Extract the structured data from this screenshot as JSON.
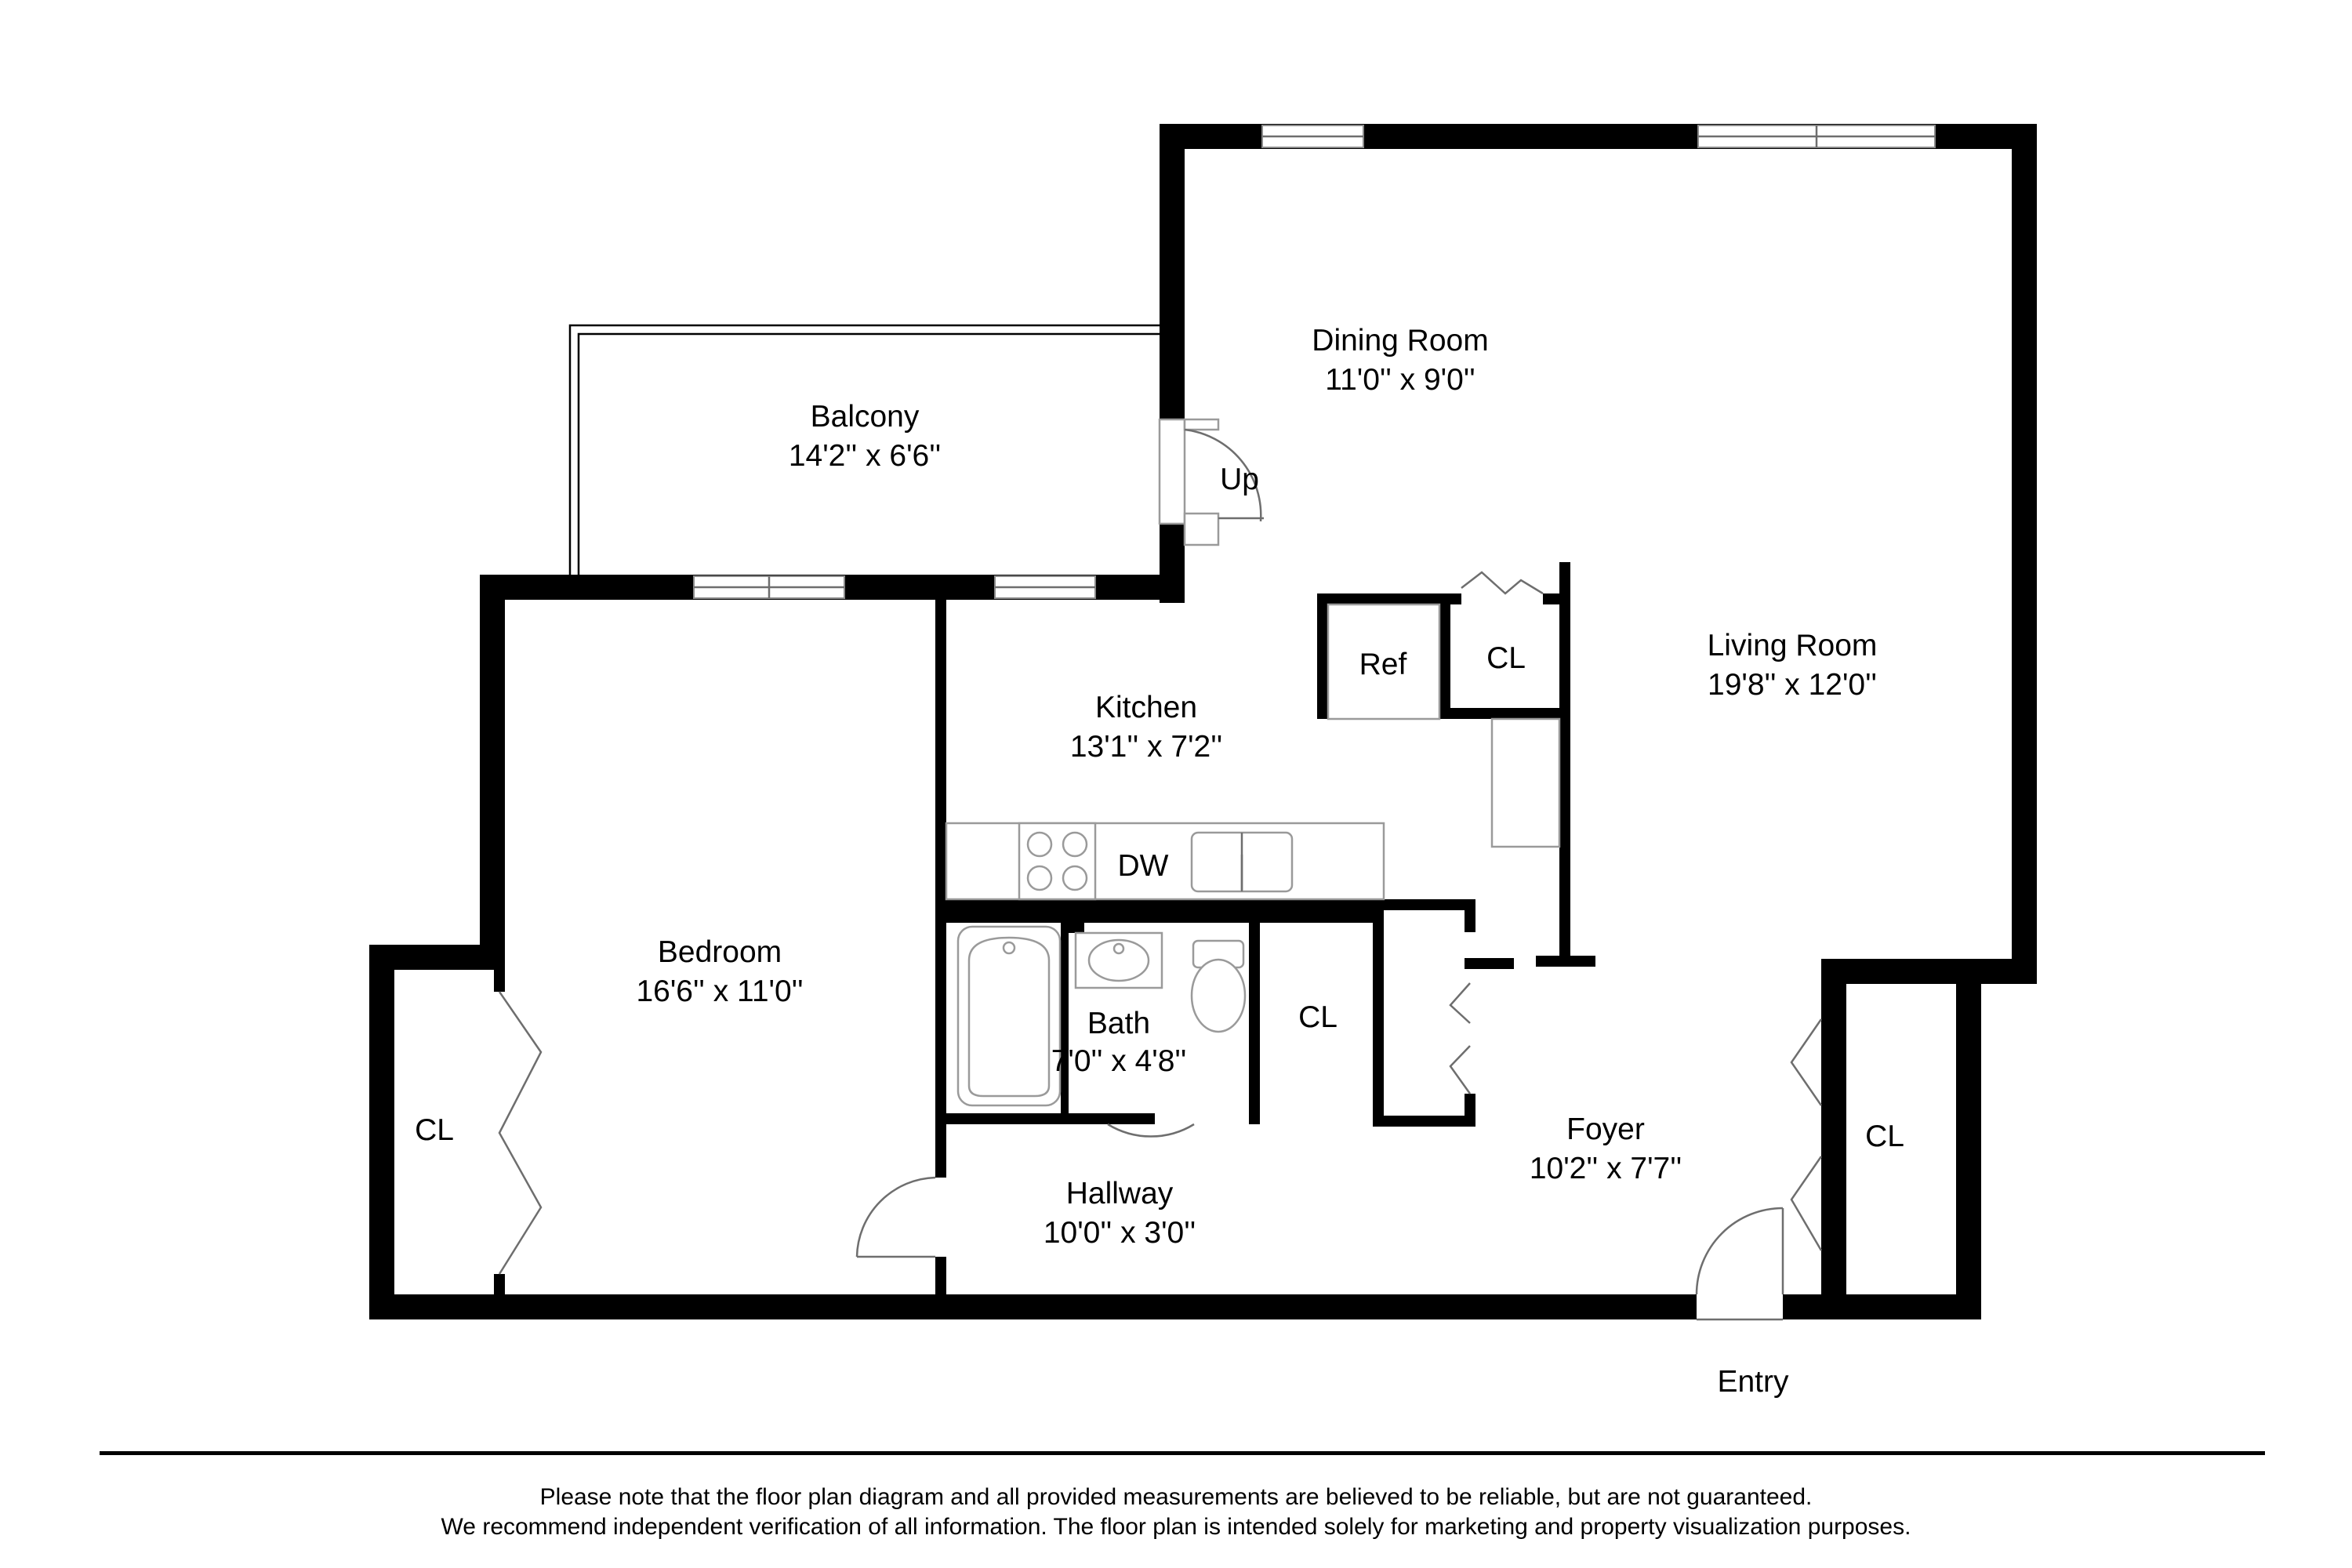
{
  "rooms": {
    "dining": {
      "name": "Dining Room",
      "dims": "11'0'' x 9'0''"
    },
    "balcony": {
      "name": "Balcony",
      "dims": "14'2'' x 6'6''"
    },
    "living": {
      "name": "Living Room",
      "dims": "19'8'' x 12'0''"
    },
    "kitchen": {
      "name": "Kitchen",
      "dims": "13'1'' x 7'2''"
    },
    "bedroom": {
      "name": "Bedroom",
      "dims": "16'6'' x 11'0''"
    },
    "bath": {
      "name": "Bath",
      "dims": "7'0'' x 4'8''"
    },
    "hallway": {
      "name": "Hallway",
      "dims": "10'0'' x 3'0''"
    },
    "foyer": {
      "name": "Foyer",
      "dims": "10'2'' x 7'7''"
    }
  },
  "labels": {
    "ref": "Ref",
    "closet_kitchen": "CL",
    "closet_bath": "CL",
    "closet_bedroom": "CL",
    "closet_foyer": "CL",
    "dishwasher": "DW",
    "step_up": "Up",
    "entry": "Entry"
  },
  "disclaimer": {
    "line1": "Please note that the floor plan diagram and all provided measurements are believed to be reliable, but are not guaranteed.",
    "line2": "We recommend independent verification of all information. The floor plan is intended solely for marketing and property visualization purposes."
  }
}
